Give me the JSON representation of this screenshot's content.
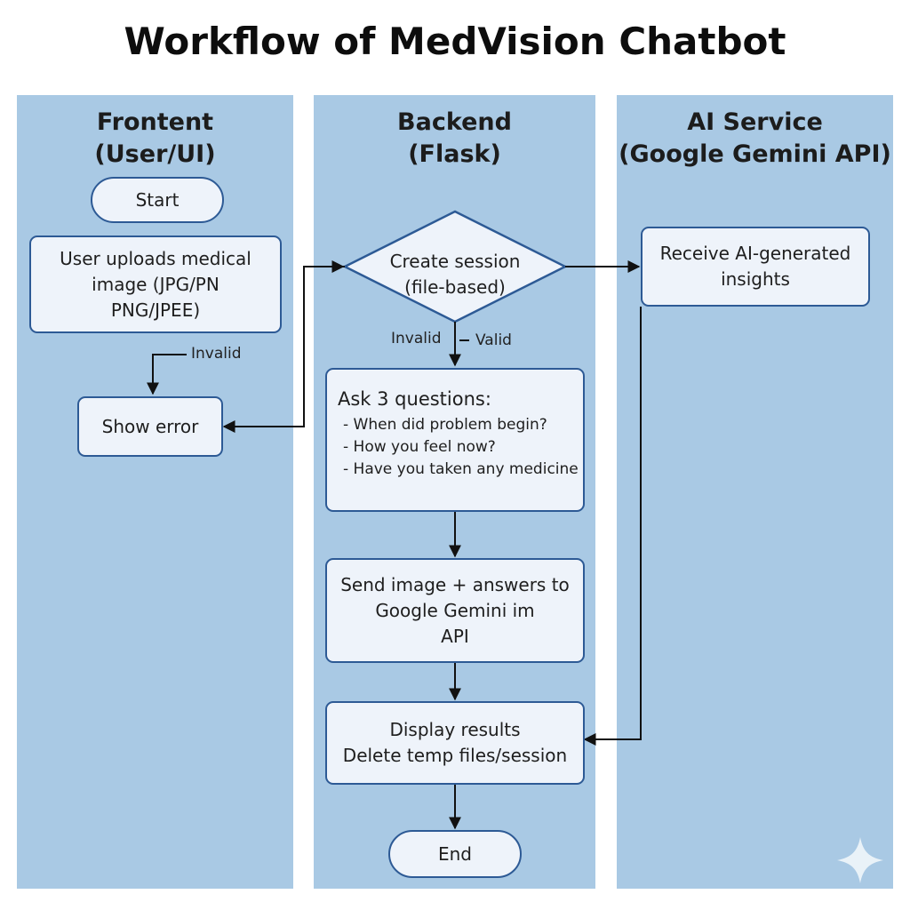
{
  "title": "Workflow of MedVision Chatbot",
  "lanes": [
    {
      "line1": "Frontent",
      "line2": "(User/UI)"
    },
    {
      "line1": "Backend",
      "line2": "(Flask)"
    },
    {
      "line1": "AI Service",
      "line2": "(Google Gemini API)"
    }
  ],
  "nodes": {
    "start": "Start",
    "upload": [
      "User uploads medical",
      "image (JPG/PN",
      "PNG/JPEE)"
    ],
    "show_error": "Show error",
    "create_session": [
      "Create session",
      "(file-based)"
    ],
    "ask_questions": {
      "heading": "Ask 3 questions:",
      "items": [
        "- When did problem begin?",
        "- How you feel now?",
        "- Have you taken any medicine"
      ]
    },
    "send_image": [
      "Send image + answers to",
      "Google Gemini im",
      "API"
    ],
    "display_results": [
      "Display results",
      "Delete temp files/session"
    ],
    "end": "End",
    "receive_insights": [
      "Receive AI-generated",
      "insights"
    ]
  },
  "edge_labels": {
    "invalid_left": "Invalid",
    "invalid_center": "Invalid",
    "valid": "Valid"
  },
  "colors": {
    "lane": "#a9c9e4",
    "box_fill": "#eef3fa",
    "box_border": "#2d5a95",
    "arrow": "#111111"
  }
}
